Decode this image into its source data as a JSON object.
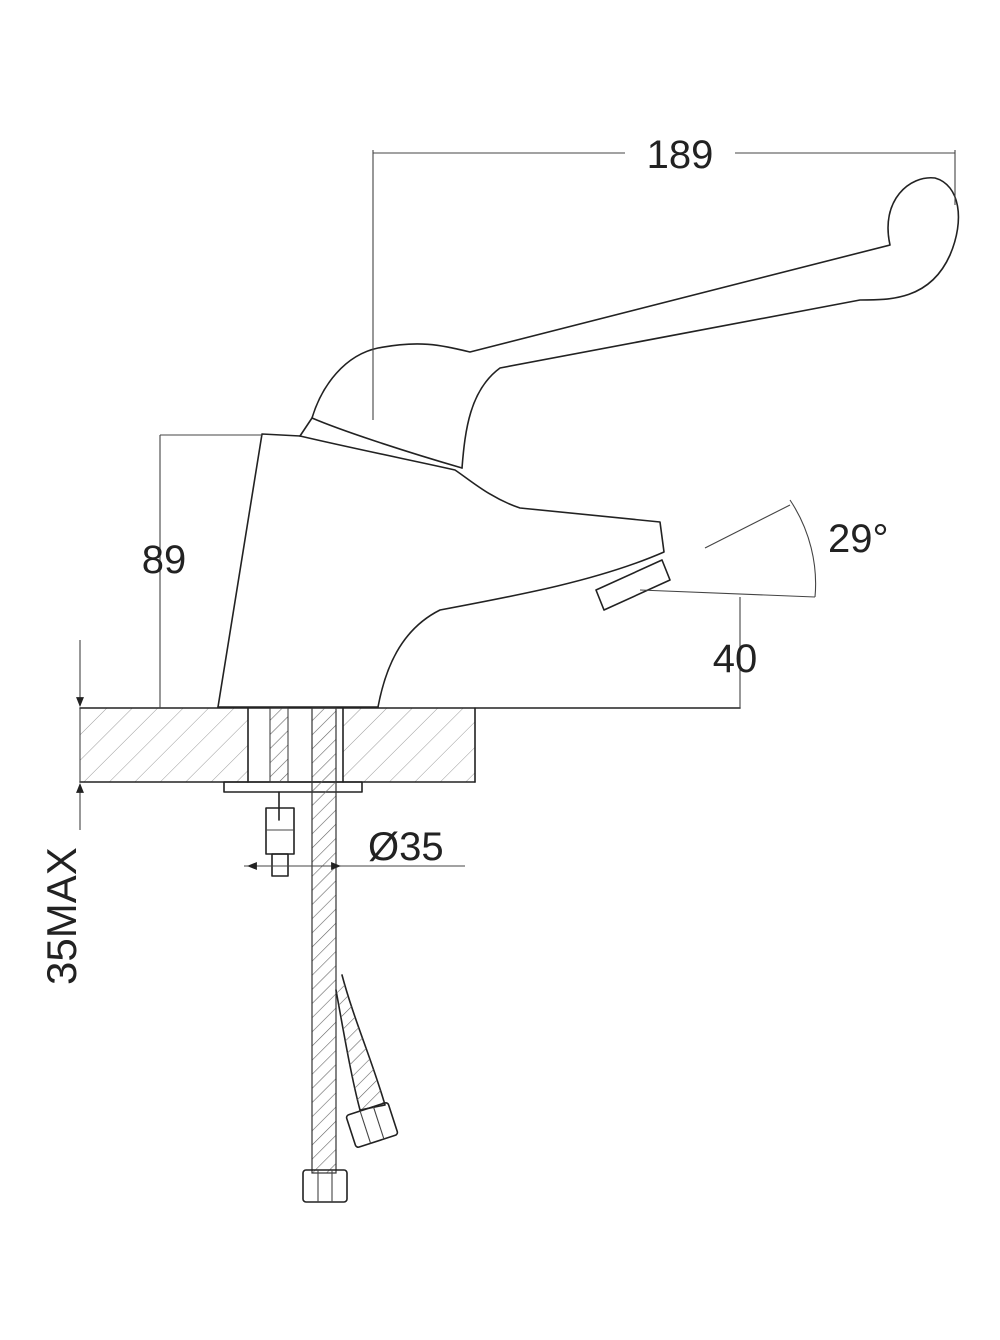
{
  "dimensions": {
    "length": "189",
    "height": "89",
    "angle": "29°",
    "spout_height": "40",
    "hole_diameter": "Ø35",
    "counter_max": "35MAX"
  },
  "colors": {
    "line": "#222222",
    "hatch": "#9a9a9a",
    "background": "#ffffff"
  }
}
